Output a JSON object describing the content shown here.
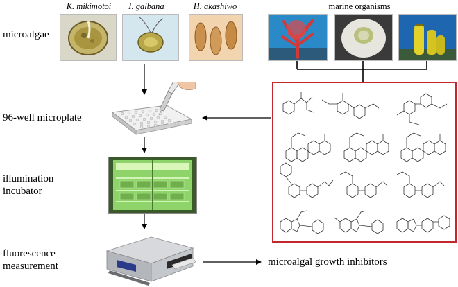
{
  "labels": {
    "microalgae": "microalgae",
    "microplate": "96-well microplate",
    "illumination_1": "illumination",
    "illumination_2": "incubator",
    "fluorescence_1": "fluorescence",
    "fluorescence_2": "measurement",
    "result": "microalgal growth inhibitors"
  },
  "species": [
    "K. mikimotoi",
    "I. galbana",
    "H. akashiwo"
  ],
  "marine_label": "marine organisms",
  "colors": {
    "frame": "#c1272d",
    "arrow": "#000000",
    "incubator": "#8fd46b",
    "sea": "#1f6fb5"
  }
}
